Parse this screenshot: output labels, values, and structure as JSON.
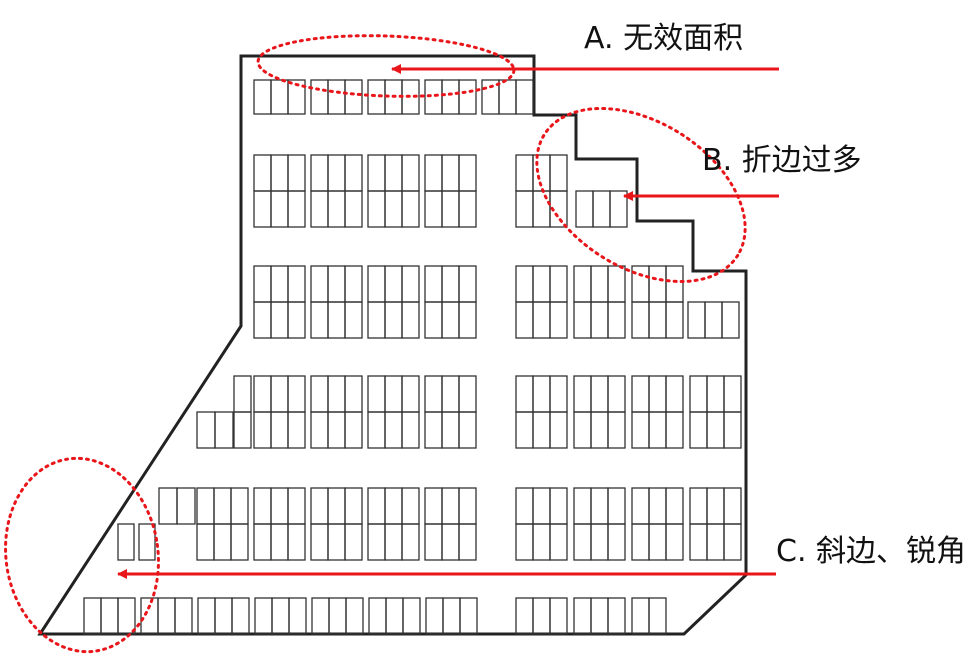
{
  "annotations": {
    "a": {
      "label": "A. 无效面积"
    },
    "b": {
      "label": "B. 折边过多"
    },
    "c": {
      "label": "C. 斜边、锐角"
    }
  },
  "colors": {
    "outline": "#222222",
    "grid": "#333333",
    "marker": "#e8161a"
  }
}
